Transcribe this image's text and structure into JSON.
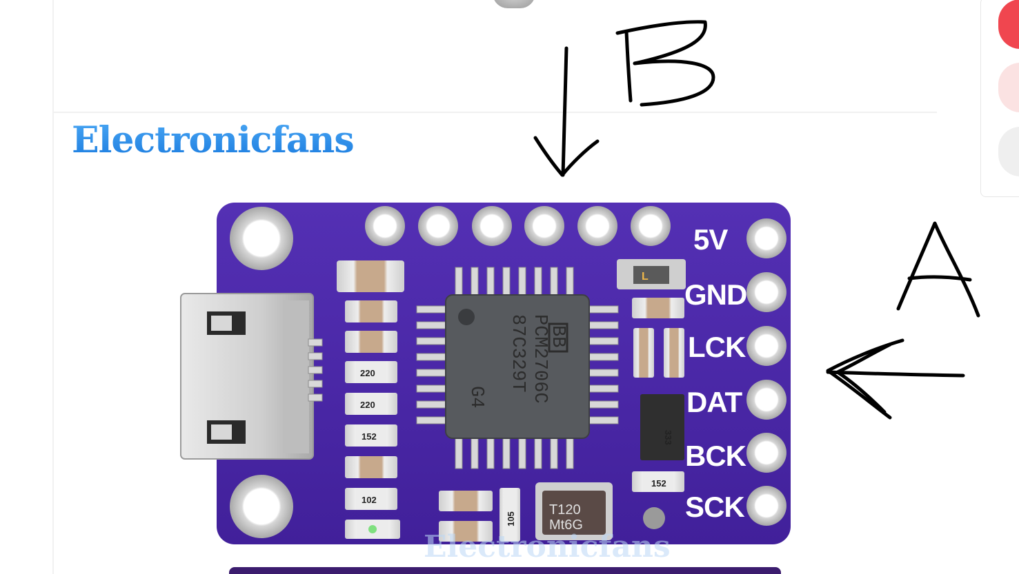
{
  "brand": {
    "watermark_text": "Electronicfans"
  },
  "board": {
    "board_color": "#4b25a8",
    "chip": {
      "logo": "BB",
      "line1": "PCM2706C",
      "line2": "87C329T",
      "line3": "G4"
    },
    "pins": [
      {
        "label": "5V"
      },
      {
        "label": "GND"
      },
      {
        "label": "LCK"
      },
      {
        "label": "DAT"
      },
      {
        "label": "BCK"
      },
      {
        "label": "SCK"
      }
    ],
    "resistors": [
      "220",
      "220",
      "152",
      "102",
      "105",
      "152",
      "333"
    ],
    "crystal": {
      "line1": "T120",
      "line2": "Mt6G"
    }
  },
  "annotations": {
    "letter_b": "B",
    "letter_a": "A"
  },
  "swatches": [
    "#f0464f",
    "#fbe0e0",
    "#eeeeee"
  ]
}
